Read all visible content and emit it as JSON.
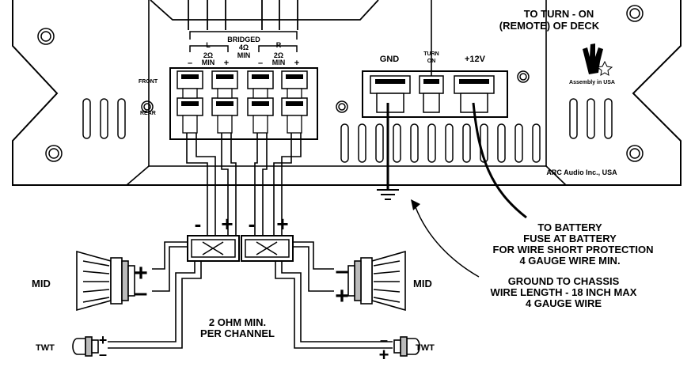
{
  "amp": {
    "bridged": "BRIDGED",
    "left": "L",
    "right": "R",
    "l_ohm": "2Ω",
    "l_min": "MIN",
    "center_ohm": "4Ω",
    "center_min": "MIN",
    "r_ohm": "2Ω",
    "r_min": "MIN",
    "minus": "–",
    "plus": "+",
    "front": "FRONT",
    "rear": "REAR",
    "gnd": "GND",
    "turn": "TURN",
    "on": "ON",
    "v12": "+12V",
    "assembly": "Assembly in USA",
    "brand": "ARC Audio Inc., USA"
  },
  "notes": {
    "remote_1": "TO TURN - ON",
    "remote_2": "(REMOTE) OF DECK",
    "battery_1": "TO BATTERY",
    "battery_2": "FUSE AT BATTERY",
    "battery_3": "FOR WIRE SHORT PROTECTION",
    "battery_4": "4 GAUGE WIRE MIN.",
    "ground_1": "GROUND TO CHASSIS",
    "ground_2": "WIRE LENGTH - 18 INCH MAX",
    "ground_3": "4 GAUGE WIRE",
    "ohm_1": "2 OHM MIN.",
    "ohm_2": "PER CHANNEL"
  },
  "speakers": {
    "mid_left": "MID",
    "mid_right": "MID",
    "twt_left": "TWT",
    "twt_right": "TWT",
    "plus": "+",
    "minus": "–"
  },
  "crossover": {
    "minus": "-",
    "plus": "+"
  }
}
